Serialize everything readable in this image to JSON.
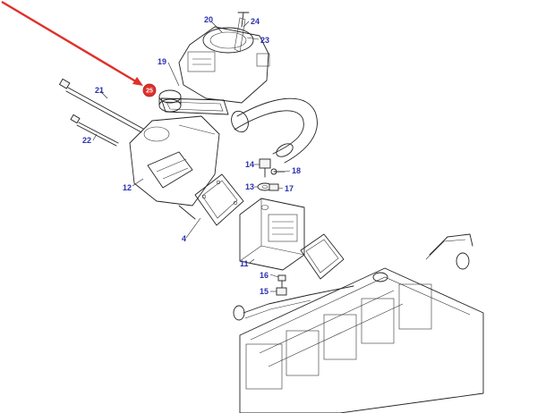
{
  "diagram": {
    "highlight": {
      "label": "25",
      "color": "#e0302a"
    },
    "pointer_color": "#e0302a",
    "callout_color": "#2b2fb0",
    "callouts": [
      {
        "id": "c20",
        "label": "20"
      },
      {
        "id": "c24",
        "label": "24"
      },
      {
        "id": "c23",
        "label": "23"
      },
      {
        "id": "c19",
        "label": "19"
      },
      {
        "id": "c21",
        "label": "21"
      },
      {
        "id": "c22",
        "label": "22"
      },
      {
        "id": "c12",
        "label": "12"
      },
      {
        "id": "c4",
        "label": "4"
      },
      {
        "id": "c14",
        "label": "14"
      },
      {
        "id": "c18",
        "label": "18"
      },
      {
        "id": "c13",
        "label": "13"
      },
      {
        "id": "c17",
        "label": "17"
      },
      {
        "id": "c11",
        "label": "11"
      },
      {
        "id": "c16",
        "label": "16"
      },
      {
        "id": "c15",
        "label": "15"
      }
    ]
  }
}
